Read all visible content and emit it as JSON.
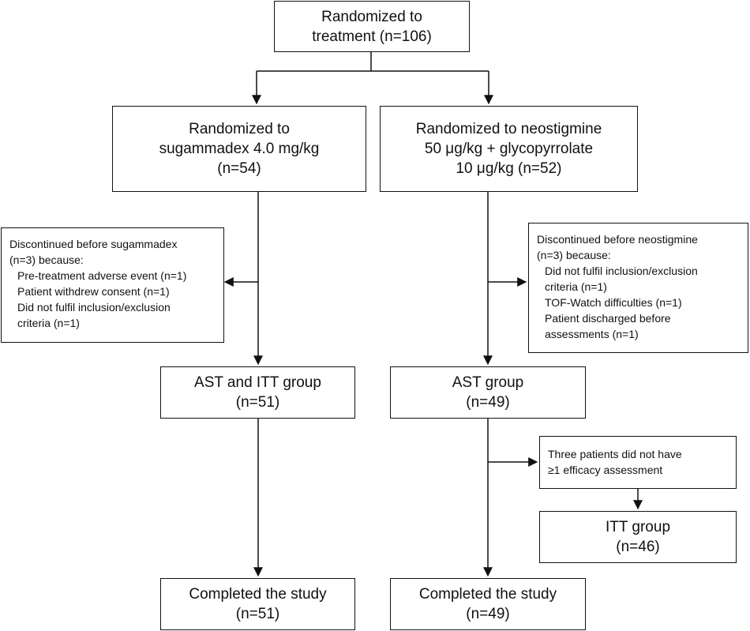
{
  "randomized": {
    "line1": "Randomized to",
    "line2": "treatment (n=106)"
  },
  "sugammadex": {
    "line1": "Randomized to",
    "line2": "sugammadex 4.0 mg/kg",
    "line3": "(n=54)"
  },
  "neostigmine": {
    "line1": "Randomized to neostigmine",
    "line2": "50 μg/kg + glycopyrrolate",
    "line3": "10 μg/kg (n=52)"
  },
  "disc_sugammadex": {
    "header1": "Discontinued before sugammadex",
    "header2": "(n=3) because:",
    "items": [
      "Pre-treatment adverse event (n=1)",
      "Patient withdrew consent (n=1)",
      "Did not fulfil inclusion/exclusion",
      "criteria (n=1)"
    ]
  },
  "disc_neostigmine": {
    "header1": "Discontinued before neostigmine",
    "header2": "(n=3) because:",
    "items": [
      "Did not fulfil inclusion/exclusion",
      "criteria (n=1)",
      "TOF-Watch difficulties (n=1)",
      "Patient discharged before",
      "assessments (n=1)"
    ]
  },
  "ast_itt": {
    "line1": "AST and ITT group",
    "line2": "(n=51)"
  },
  "ast": {
    "line1": "AST group",
    "line2": "(n=49)"
  },
  "three_patients": {
    "line1": "Three patients did not have",
    "line2": "≥1 efficacy assessment"
  },
  "itt": {
    "line1": "ITT group",
    "line2": "(n=46)"
  },
  "completed_left": {
    "line1": "Completed the study",
    "line2": "(n=51)"
  },
  "completed_right": {
    "line1": "Completed the study",
    "line2": "(n=49)"
  }
}
